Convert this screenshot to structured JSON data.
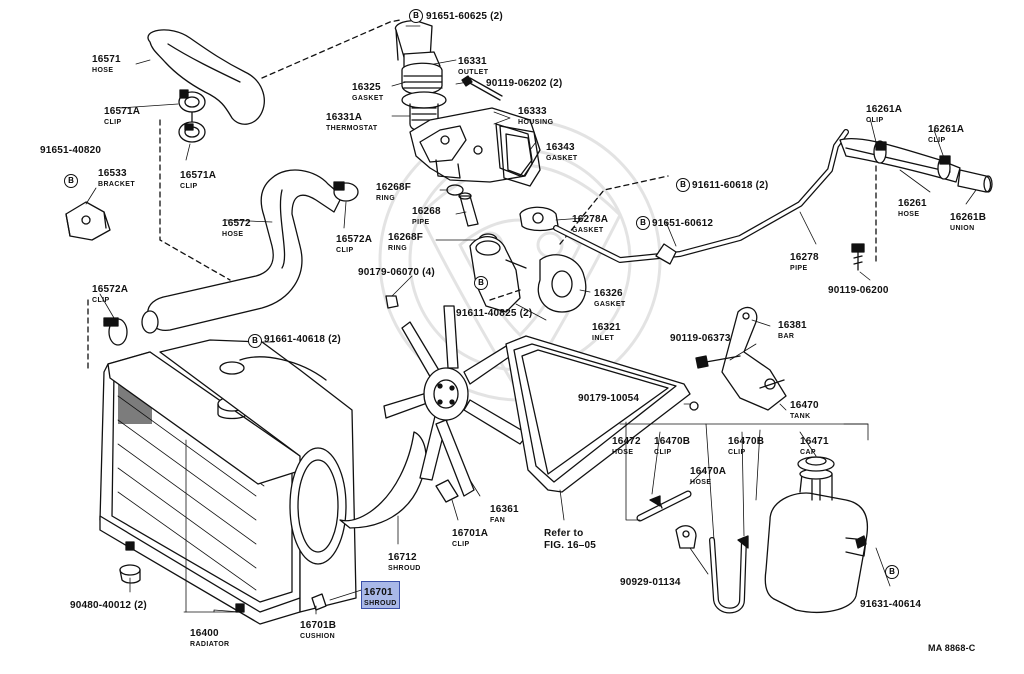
{
  "callout_symbol": "B",
  "highlight_color": "#a9b8e8",
  "figure_code": "MA 8868-C",
  "parts": {
    "p91651_60625": {
      "number": "91651-60625 (2)"
    },
    "p16331": {
      "number": "16331",
      "name": "OUTLET"
    },
    "p16571": {
      "number": "16571",
      "name": "HOSE"
    },
    "p16325": {
      "number": "16325",
      "name": "GASKET"
    },
    "p90119_06202": {
      "number": "90119-06202 (2)"
    },
    "p16333": {
      "number": "16333",
      "name": "HOUSING"
    },
    "p16331A": {
      "number": "16331A",
      "name": "THERMOSTAT"
    },
    "p16571A_1": {
      "number": "16571A",
      "name": "CLIP"
    },
    "p16343": {
      "number": "16343",
      "name": "GASKET"
    },
    "p16261A_1": {
      "number": "16261A",
      "name": "CLIP"
    },
    "p16261A_2": {
      "number": "16261A",
      "name": "CLIP"
    },
    "p91651_40820": {
      "number": "91651-40820"
    },
    "p16533": {
      "number": "16533",
      "name": "BRACKET"
    },
    "p16571A_2": {
      "number": "16571A",
      "name": "CLIP"
    },
    "p16268F_1": {
      "number": "16268F",
      "name": "RING"
    },
    "p91611_60618": {
      "number": "91611-60618 (2)"
    },
    "p16261": {
      "number": "16261",
      "name": "HOSE"
    },
    "p16261B": {
      "number": "16261B",
      "name": "UNION"
    },
    "p16268": {
      "number": "16268",
      "name": "PIPE"
    },
    "p16278A": {
      "number": "16278A",
      "name": "GASKET"
    },
    "p16572": {
      "number": "16572",
      "name": "HOSE"
    },
    "p91651_60612": {
      "number": "91651-60612"
    },
    "p16268F_2": {
      "number": "16268F",
      "name": "RING"
    },
    "p16572A_1": {
      "number": "16572A",
      "name": "CLIP"
    },
    "p16278": {
      "number": "16278",
      "name": "PIPE"
    },
    "p90179_06070": {
      "number": "90179-06070 (4)"
    },
    "p90119_06200": {
      "number": "90119-06200"
    },
    "p16326": {
      "number": "16326",
      "name": "GASKET"
    },
    "p16572A_2": {
      "number": "16572A",
      "name": "CLIP"
    },
    "p91611_40825": {
      "number": "91611-40825 (2)"
    },
    "p16321": {
      "number": "16321",
      "name": "INLET"
    },
    "p16381": {
      "number": "16381",
      "name": "BAR"
    },
    "p91661_40618": {
      "number": "91661-40618 (2)"
    },
    "p90119_06373": {
      "number": "90119-06373"
    },
    "p16470": {
      "number": "16470",
      "name": "TANK"
    },
    "p90179_10054": {
      "number": "90179-10054"
    },
    "p16472": {
      "number": "16472",
      "name": "HOSE"
    },
    "p16470B_1": {
      "number": "16470B",
      "name": "CLIP"
    },
    "p16470B_2": {
      "number": "16470B",
      "name": "CLIP"
    },
    "p16471": {
      "number": "16471",
      "name": "CAP"
    },
    "p16470A": {
      "number": "16470A",
      "name": "HOSE"
    },
    "p16361": {
      "number": "16361",
      "name": "FAN"
    },
    "p16701A": {
      "number": "16701A",
      "name": "CLIP"
    },
    "p16712": {
      "number": "16712",
      "name": "SHROUD"
    },
    "p16701": {
      "number": "16701",
      "name": "SHROUD"
    },
    "p90929_01134": {
      "number": "90929-01134"
    },
    "p91631_40614": {
      "number": "91631-40614"
    },
    "p90480_40012": {
      "number": "90480-40012 (2)"
    },
    "p16400": {
      "number": "16400",
      "name": "RADIATOR"
    },
    "p16701B": {
      "number": "16701B",
      "name": "CUSHION"
    }
  },
  "reference": {
    "line1": "Refer to",
    "line2": "FIG. 16–05"
  }
}
